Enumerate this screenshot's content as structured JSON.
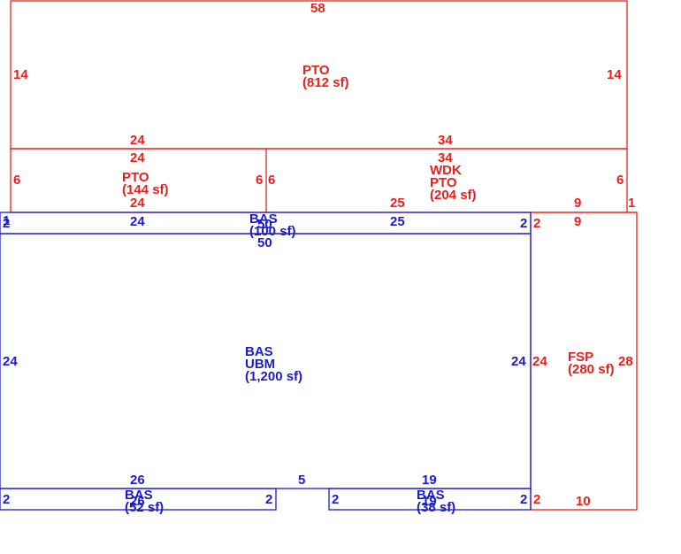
{
  "colors": {
    "red": "#e8201c",
    "blue": "#1c1cc8",
    "background": "#ffffff"
  },
  "areas": {
    "pto_top": {
      "code": "PTO",
      "area": "(812 sf)"
    },
    "pto_left": {
      "code": "PTO",
      "area": "(144 sf)"
    },
    "wdk_pto": {
      "code1": "WDK",
      "code2": "PTO",
      "area": "(204 sf)"
    },
    "bas_strip": {
      "code": "BAS",
      "area": "(100 sf)"
    },
    "bas_ubm": {
      "code1": "BAS",
      "code2": "UBM",
      "area": "(1,200 sf)"
    },
    "fsp": {
      "code": "FSP",
      "area": "(280 sf)"
    },
    "bas_bl": {
      "code": "BAS",
      "area": "(52 sf)"
    },
    "bas_br": {
      "code": "BAS",
      "area": "(38 sf)"
    }
  },
  "dims": {
    "top_width": "58",
    "top_left": "14",
    "top_right": "14",
    "pto_left_top": "24",
    "pto_left_top2": "24",
    "pto_left_bottom": "24",
    "pto_left_side": "6",
    "pto_left_mid": "6",
    "wdk_top": "34",
    "wdk_top2": "34",
    "wdk_mid_left": "6",
    "wdk_right": "6",
    "wdk_bottom": "25",
    "wdk_bottom_right": "9",
    "wdk_corner": "1",
    "strip_left_top": "1",
    "strip_left_bottom": "2",
    "strip_top_left": "24",
    "strip_mid": "50",
    "strip_mid2": "50",
    "strip_top_right": "25",
    "strip_right": "2",
    "main_left": "24",
    "main_right": "24",
    "main_bottom_left": "26",
    "main_bottom_mid": "5",
    "main_bottom_right": "19",
    "fsp_top_left": "2",
    "fsp_top": "9",
    "fsp_left": "24",
    "fsp_right": "28",
    "fsp_bottom_left": "2",
    "fsp_bottom": "10",
    "bl_left": "2",
    "bl_right": "2",
    "bl_bottom": "26",
    "br_left": "2",
    "br_right": "2",
    "br_bottom": "19"
  }
}
